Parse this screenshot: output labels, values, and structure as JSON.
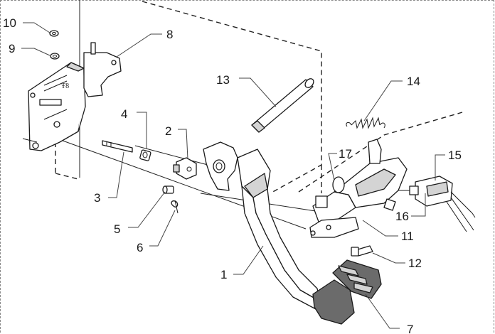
{
  "labels": {
    "p1": "1",
    "p2": "2",
    "p3": "3",
    "p4": "4",
    "p5": "5",
    "p6": "6",
    "p7": "7",
    "p8": "8",
    "p9": "9",
    "p10": "10",
    "p11": "11",
    "p12": "12",
    "p13": "13",
    "p14": "14",
    "p15": "15",
    "p16": "16",
    "p17": "17"
  },
  "colors": {
    "line": "#1a1a1a",
    "shade": "#d4d4d4",
    "dark": "#6b6b6b",
    "background": "#ffffff"
  }
}
